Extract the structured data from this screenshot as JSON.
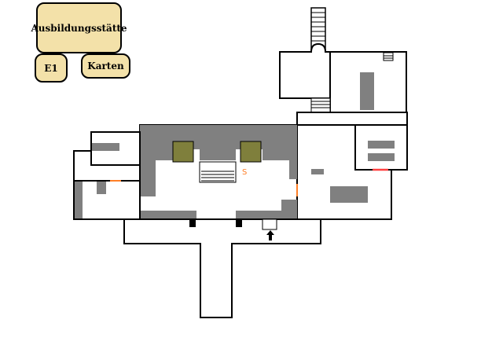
{
  "nav": {
    "training_label": "Ausbildungsstätte",
    "e1_label": "E1",
    "maps_label": "Karten"
  },
  "map": {
    "spawn_marker": "S",
    "entrance_icon": "up-arrow-icon",
    "colors": {
      "button_fill": "#f3e1a9",
      "wall_gray": "#808080",
      "olive_box": "#7f7f3c",
      "door_orange": "#ff7f27",
      "door_red": "#ff4040"
    }
  }
}
